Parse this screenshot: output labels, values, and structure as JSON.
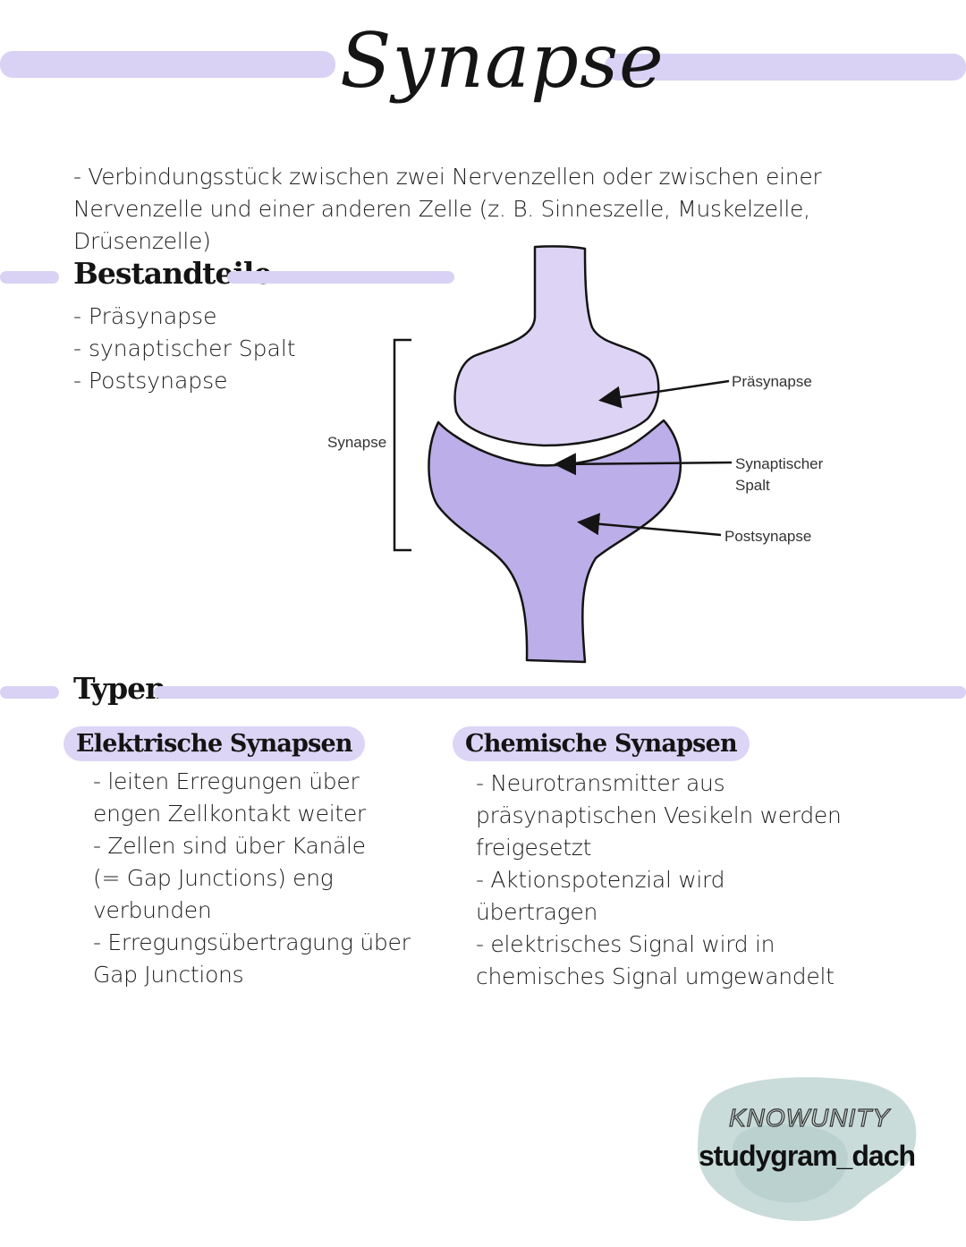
{
  "title": "Synapse",
  "definition": "- Verbindungsstück zwischen zwei Nervenzellen oder zwischen einer Nervenzelle und einer anderen Zelle (z. B. Sinneszelle, Muskelzelle, Drüsenzelle)",
  "components": {
    "heading": "Bestandteile",
    "items": [
      "- Präsynapse",
      "- synaptischer Spalt",
      "- Postsynapse"
    ]
  },
  "diagram": {
    "bracket_label": "Synapse",
    "labels": {
      "presynapse": "Präsynapse",
      "cleft_line1": "Synaptischer",
      "cleft_line2": "Spalt",
      "postsynapse": "Postsynapse"
    },
    "colors": {
      "presynapse": "#ddd4f5",
      "postsynapse": "#bcaee8",
      "outline": "#141414"
    }
  },
  "types": {
    "heading": "Typen",
    "electrical": {
      "title": "Elektrische Synapsen",
      "lines": [
        "- leiten Erregungen über",
        "engen Zellkontakt weiter",
        "- Zellen sind über Kanäle",
        "(= Gap Junctions) eng",
        "verbunden",
        "- Erregungsübertragung über",
        "Gap Junctions"
      ]
    },
    "chemical": {
      "title": "Chemische Synapsen",
      "lines": [
        "- Neurotransmitter aus",
        "präsynaptischen Vesikeln werden",
        "freigesetzt",
        "- Aktionspotenzial wird",
        "übertragen",
        "- elektrisches Signal wird in",
        "chemisches Signal umgewandelt"
      ]
    }
  },
  "watermark": {
    "brand": "KNOWUNITY",
    "user": "studygram_dach"
  },
  "colors": {
    "accent_bar": "#d9d2f4",
    "highlight": "#ddd5f5",
    "watermark_blob": "#c9dcd9"
  }
}
